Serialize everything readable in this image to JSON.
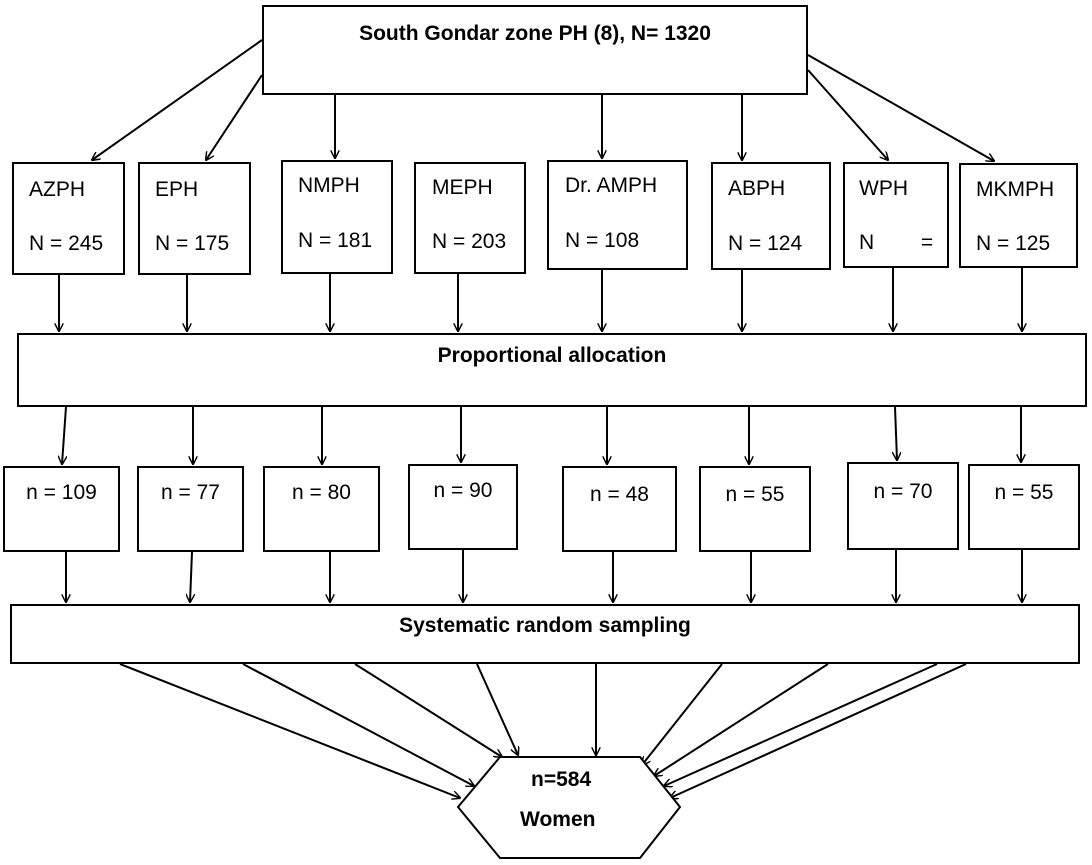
{
  "top": {
    "label": "South Gondar zone PH (8), N= 1320"
  },
  "hospitals": [
    {
      "name": "AZPH",
      "count": "N = 245"
    },
    {
      "name": "EPH",
      "count": "N = 175"
    },
    {
      "name": "NMPH",
      "count": "N = 181"
    },
    {
      "name": "MEPH",
      "count": "N = 203"
    },
    {
      "name": "Dr. AMPH",
      "count": "N = 108"
    },
    {
      "name": "ABPH",
      "count": "N = 124"
    },
    {
      "name": "WPH",
      "count": "N        ="
    },
    {
      "name": "MKMPH",
      "count": "N = 125"
    }
  ],
  "allocation": {
    "label": "Proportional allocation"
  },
  "samples": [
    "n = 109",
    "n = 77",
    "n = 80",
    "n = 90",
    "n = 48",
    "n = 55",
    "n = 70",
    "n = 55"
  ],
  "sampling": {
    "label": "Systematic random sampling"
  },
  "final": {
    "count": "n=584",
    "label": "Women"
  }
}
